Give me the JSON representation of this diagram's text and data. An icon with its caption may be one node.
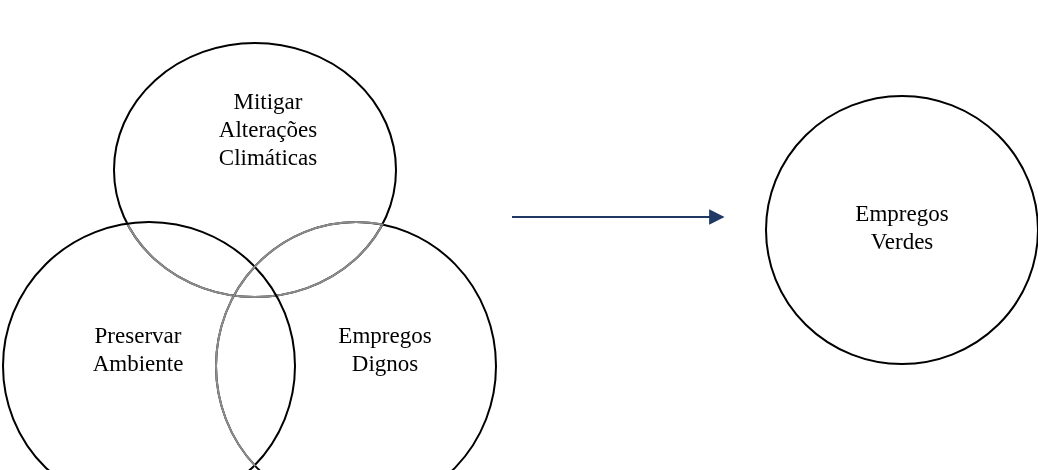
{
  "diagram": {
    "nodes": [
      {
        "text": [
          "Mitigar Alterações Climáticas"
        ]
      },
      {
        "text": [
          "Preservar Ambiente"
        ]
      },
      {
        "text": [
          "Empregos Dignos"
        ]
      },
      {
        "text": [
          "Empregos Verdes"
        ]
      }
    ],
    "edges": [
      {
        "from": null,
        "to": 3,
        "arrow": "to",
        "color": "#1f3864"
      }
    ]
  }
}
